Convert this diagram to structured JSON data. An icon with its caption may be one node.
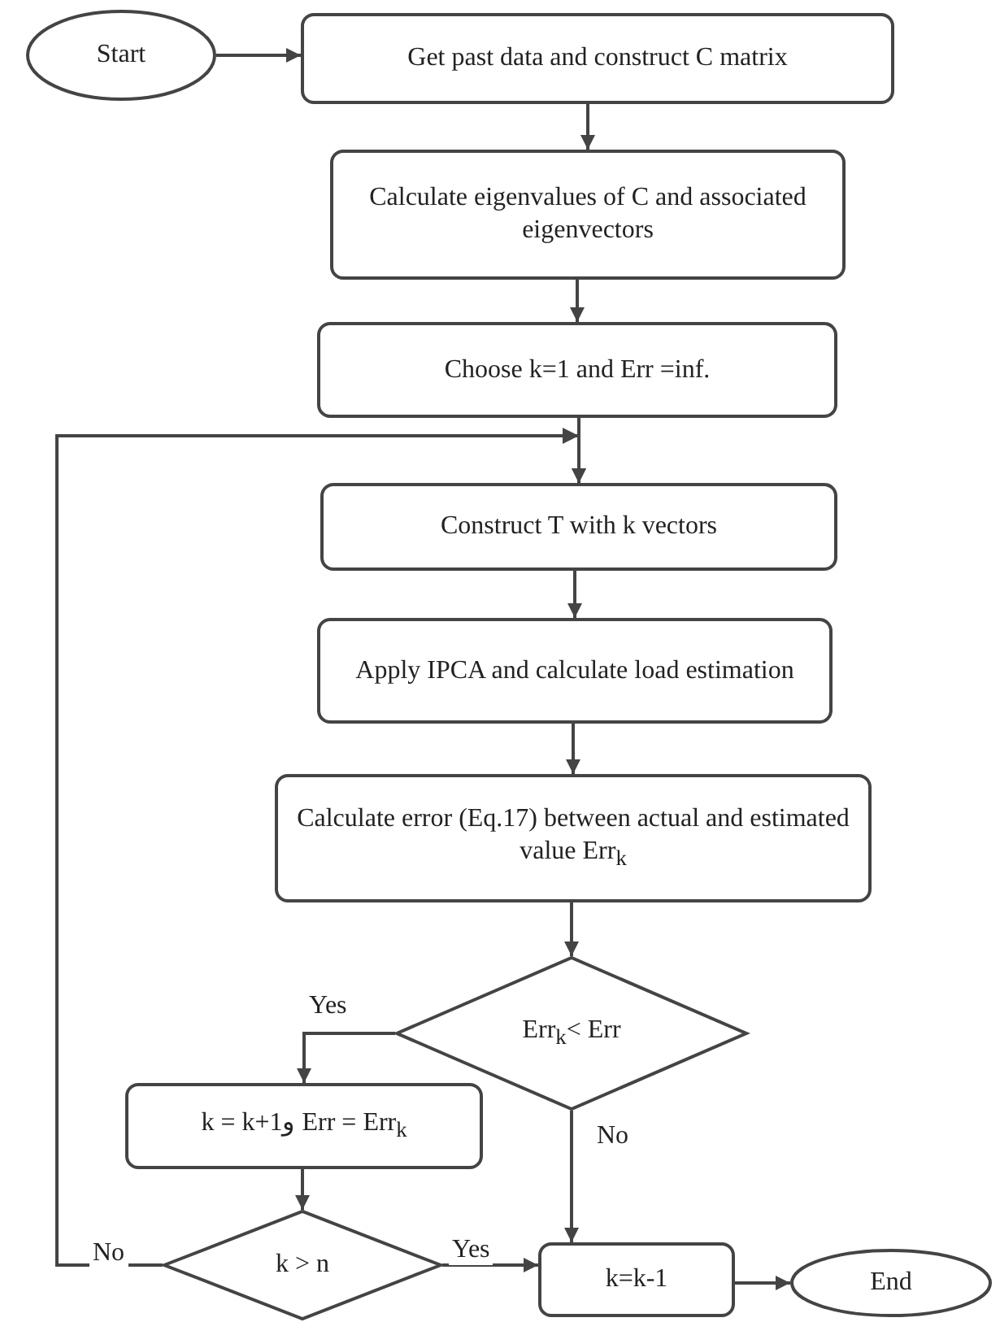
{
  "diagram": {
    "nodes": [
      {
        "text": [
          "Start"
        ]
      },
      {
        "text": [
          "Get past data and construct C matrix"
        ]
      },
      {
        "text": [
          "Calculate eigenvalues of C and associated eigenvectors"
        ]
      },
      {
        "text": [
          "Choose k=1 and Err =inf."
        ]
      },
      {
        "text": [
          "Construct T with k vectors"
        ]
      },
      {
        "text": [
          "Apply IPCA and calculate load estimation"
        ]
      },
      {
        "text": [
          "Calculate error (Eq.17) between actual and estimated value Err$_{k}$"
        ]
      },
      {
        "text": [
          "Err$_{k}$< Err"
        ]
      },
      {
        "text": [
          "k = k+1و Err = Err$_{k}$"
        ]
      },
      {
        "text": [
          "k > n"
        ]
      },
      {
        "text": [
          "k=k-1"
        ]
      },
      {
        "text": [
          "End"
        ]
      }
    ],
    "edges": [
      {
        "from": 0,
        "to": 1,
        "arrow": "to"
      },
      {
        "from": 1,
        "to": 2,
        "arrow": "to"
      },
      {
        "from": 2,
        "to": 3,
        "arrow": "to"
      },
      {
        "from": 3,
        "to": 4,
        "arrow": "to"
      },
      {
        "from": 4,
        "to": 5,
        "arrow": "to"
      },
      {
        "from": 5,
        "to": 6,
        "arrow": "to"
      },
      {
        "from": 6,
        "to": 7,
        "arrow": "to"
      },
      {
        "from": 7,
        "to": 8,
        "arrow": "to",
        "label": "Yes"
      },
      {
        "from": 7,
        "to": 10,
        "arrow": "to",
        "label": "No"
      },
      {
        "from": 8,
        "to": 9,
        "arrow": "to"
      },
      {
        "from": 9,
        "to": 10,
        "arrow": "to",
        "label": "Yes"
      },
      {
        "from": 9,
        "to": 4,
        "arrow": "to",
        "label": "No"
      },
      {
        "from": 10,
        "to": 11,
        "arrow": "to"
      }
    ]
  }
}
